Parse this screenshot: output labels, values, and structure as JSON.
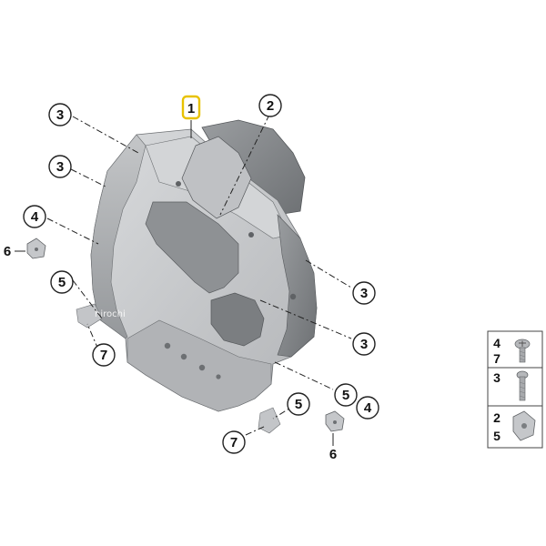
{
  "watermark": "hirochi",
  "callouts": {
    "c1": "1",
    "c2": "2",
    "c3a": "3",
    "c3b": "3",
    "c3c": "3",
    "c3d": "3",
    "c4a": "4",
    "c4b": "4",
    "c5a": "5",
    "c5b": "5",
    "c5c": "5",
    "c6a": "6",
    "c6b": "6",
    "c7a": "7",
    "c7b": "7"
  },
  "legend": {
    "row1": {
      "top": "4",
      "bottom": "7"
    },
    "row2": {
      "top": "3"
    },
    "row3": {
      "top": "2",
      "bottom": "5"
    }
  },
  "colors": {
    "highlight": "#e8c200",
    "part_light": "#c9cbcd",
    "part_mid": "#a9abae",
    "part_dark": "#7f8285"
  }
}
